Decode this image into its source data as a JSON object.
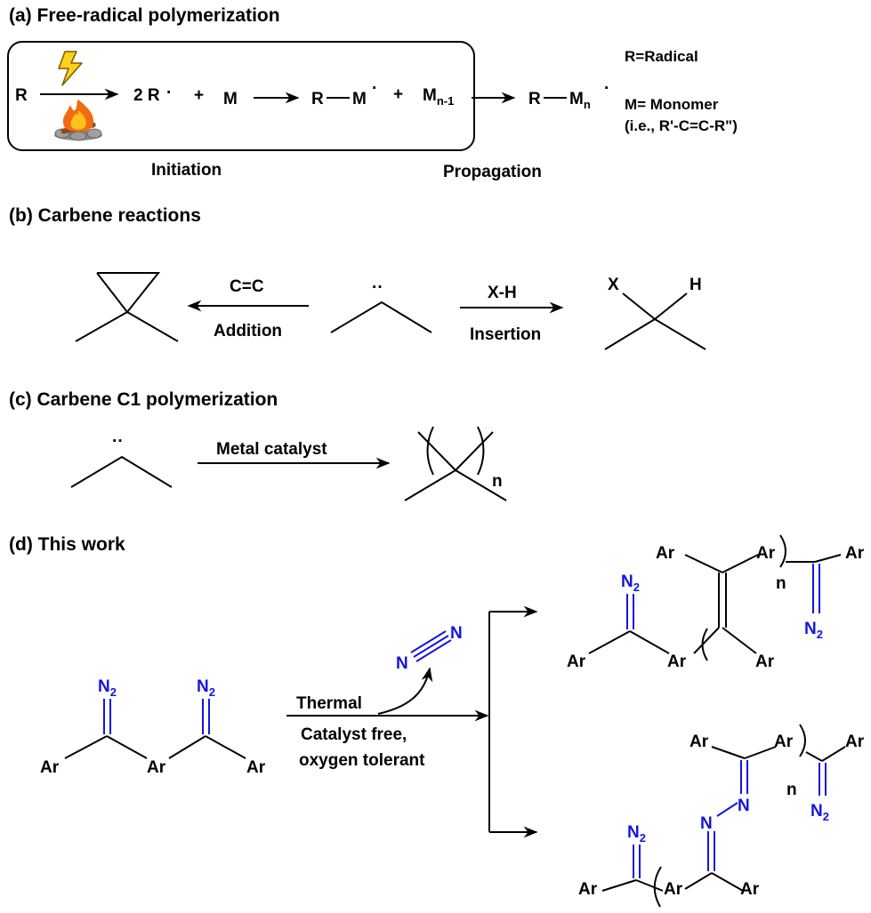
{
  "panel_a": {
    "title": "(a) Free-radical polymerization",
    "r": "R",
    "two_r": "2 R",
    "plus": "+",
    "m": "M",
    "rm_r": "R",
    "rm_m": "M",
    "mn1_m": "M",
    "mn1_sub": "n-1",
    "rmn_r": "R",
    "rmn_m": "M",
    "rmn_sub": "n",
    "radical_dot": "·",
    "legend_radical": "R=Radical",
    "legend_monomer": "M= Monomer",
    "legend_example": "(i.e., R'-C=C-R\")",
    "initiation": "Initiation",
    "propagation": "Propagation",
    "lightning_icon": "lightning-icon",
    "fire_icon": "campfire-icon"
  },
  "panel_b": {
    "title": "(b) Carbene reactions",
    "carbene_dots": "··",
    "cc": "C=C",
    "addition": "Addition",
    "xh": "X-H",
    "insertion": "Insertion",
    "x": "X",
    "h": "H"
  },
  "panel_c": {
    "title": "(c) Carbene C1 polymerization",
    "carbene_dots": "··",
    "catalyst": "Metal catalyst",
    "n": "n"
  },
  "panel_d": {
    "title": "(d) This work",
    "n2_letter": "N",
    "n2_sub": "2",
    "ar": "Ar",
    "n_atom": "N",
    "thermal": "Thermal",
    "conditions_line1": "Catalyst free,",
    "conditions_line2": "oxygen tolerant",
    "n": "n"
  },
  "colors": {
    "accent_blue": "#1414e0",
    "ink": "#000000"
  }
}
